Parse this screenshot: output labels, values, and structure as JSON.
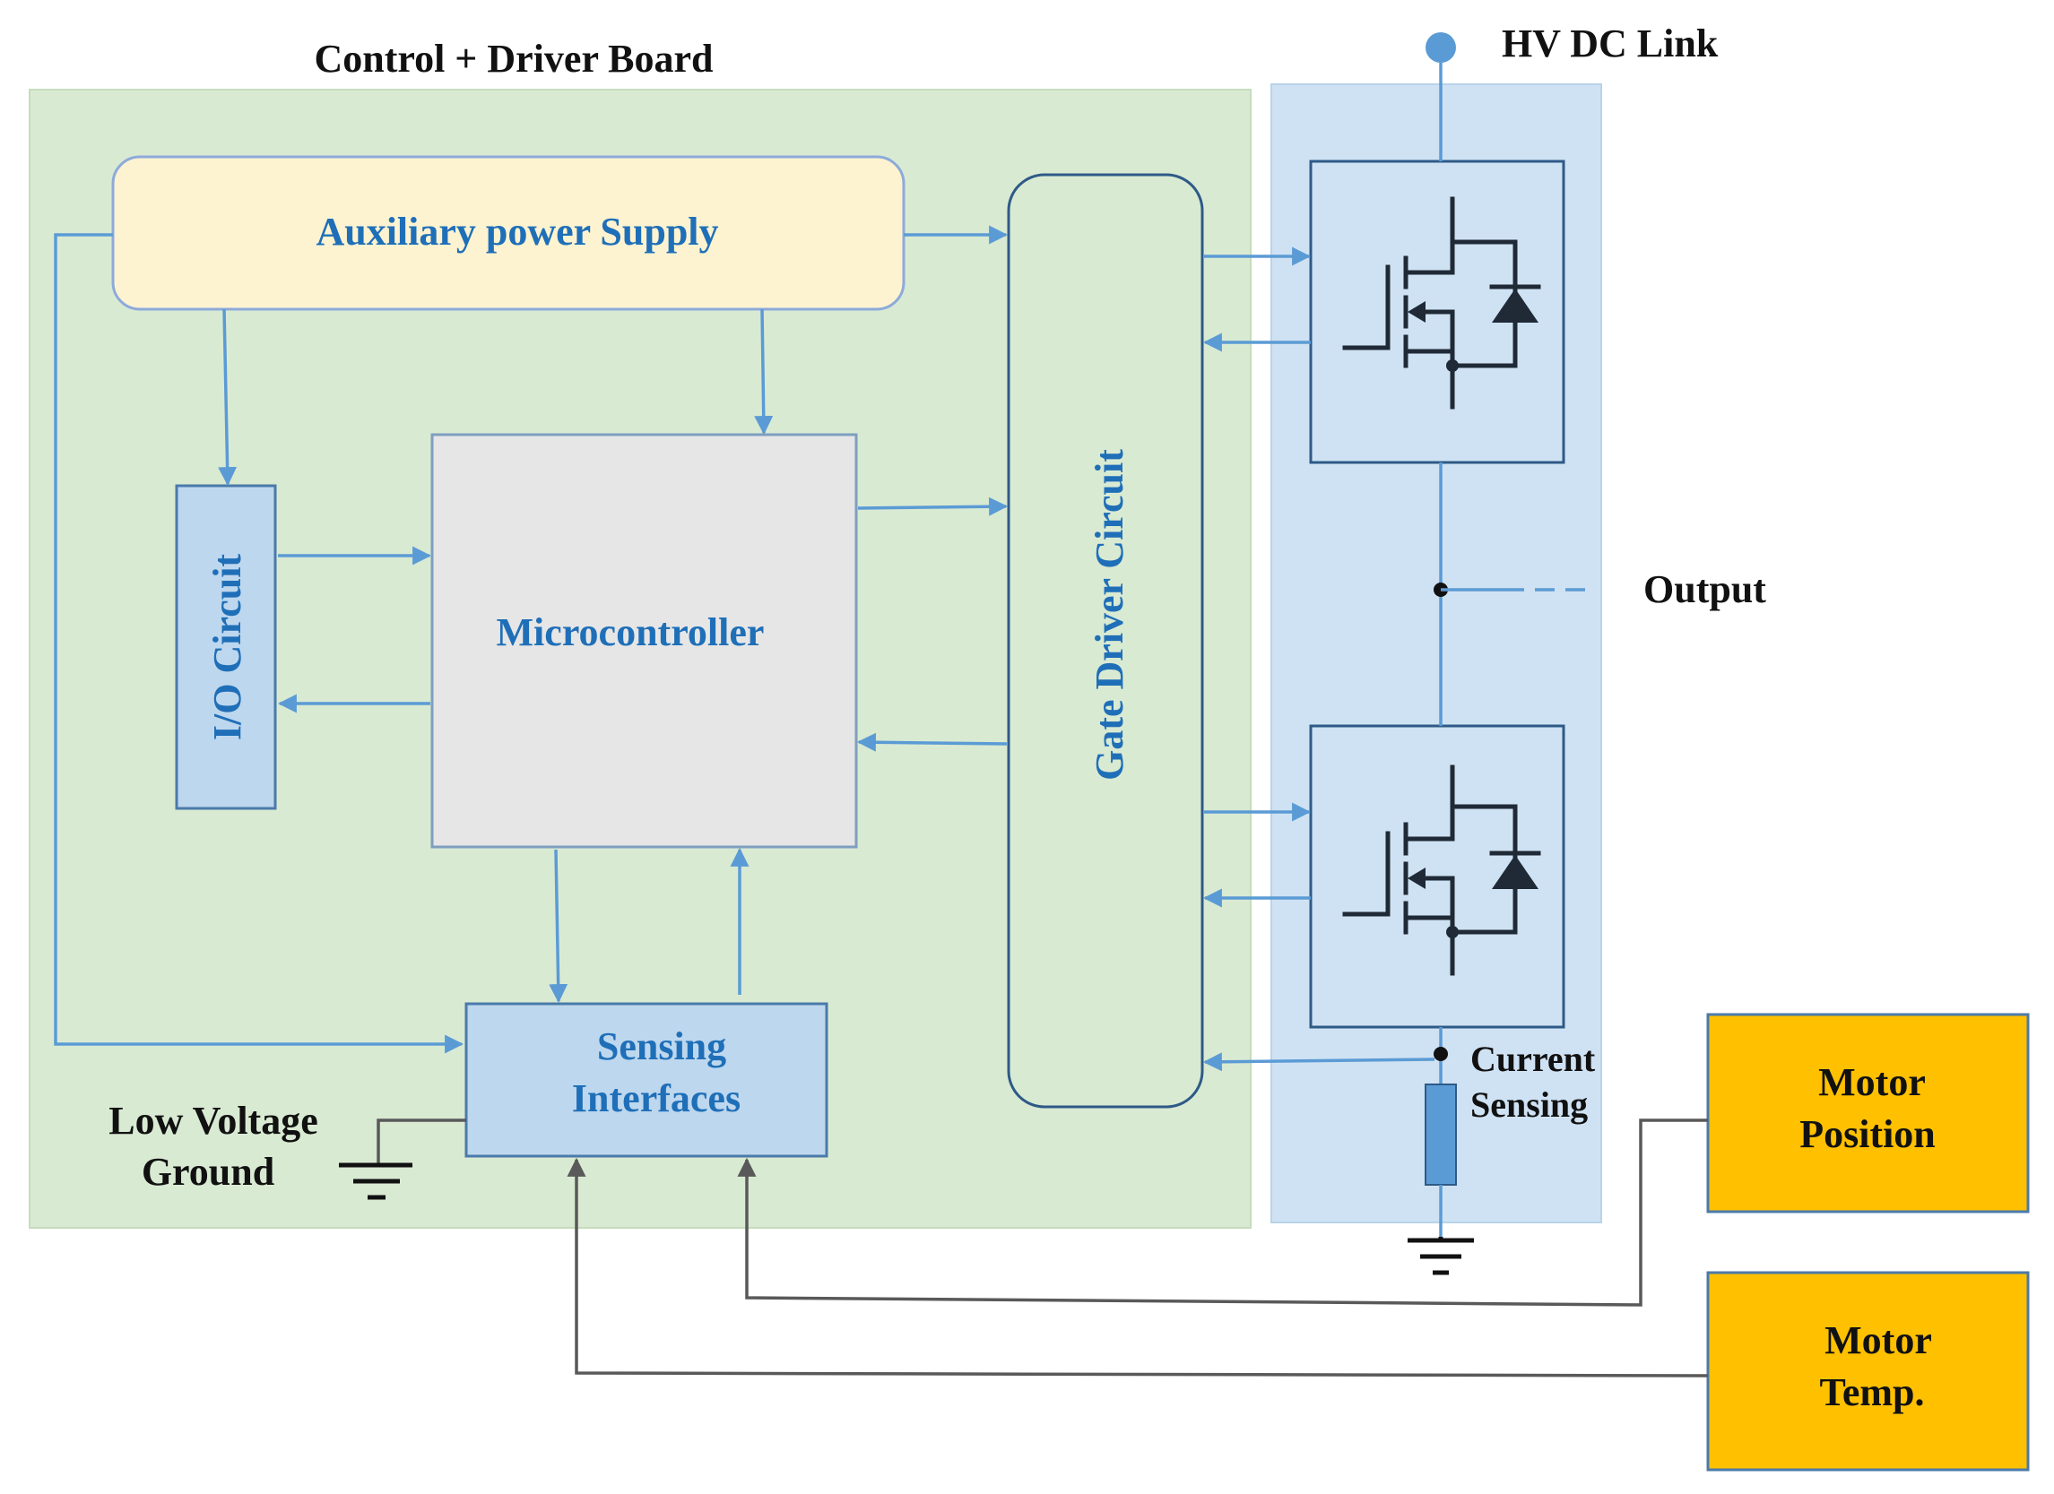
{
  "labels": {
    "board_title": "Control + Driver Board",
    "hv_dc_link": "HV DC Link",
    "output": "Output",
    "current_sensing_line1": "Current",
    "current_sensing_line2": "Sensing",
    "low_voltage_line1": "Low Voltage",
    "low_voltage_line2": "Ground"
  },
  "blocks": {
    "aux_power": "Auxiliary power Supply",
    "microcontroller": "Microcontroller",
    "io_circuit": "I/O Circuit",
    "gate_driver": "Gate Driver Circuit",
    "sensing_line1": "Sensing",
    "sensing_line2": "Interfaces",
    "motor_position_line1": "Motor",
    "motor_position_line2": "Position",
    "motor_temp_line1": "Motor",
    "motor_temp_line2": "Temp."
  },
  "colors": {
    "board_bg": "#d9ead3",
    "power_stage_bg": "#cfe2f3",
    "aux_power_fill": "#fdf3d0",
    "mcu_fill": "#e6e6e6",
    "block_blue_fill": "#bdd7ee",
    "motor_fill": "#ffc000",
    "wire_blue": "#5b9bd5",
    "wire_gray": "#595959",
    "text_blue": "#1f6fb8"
  }
}
